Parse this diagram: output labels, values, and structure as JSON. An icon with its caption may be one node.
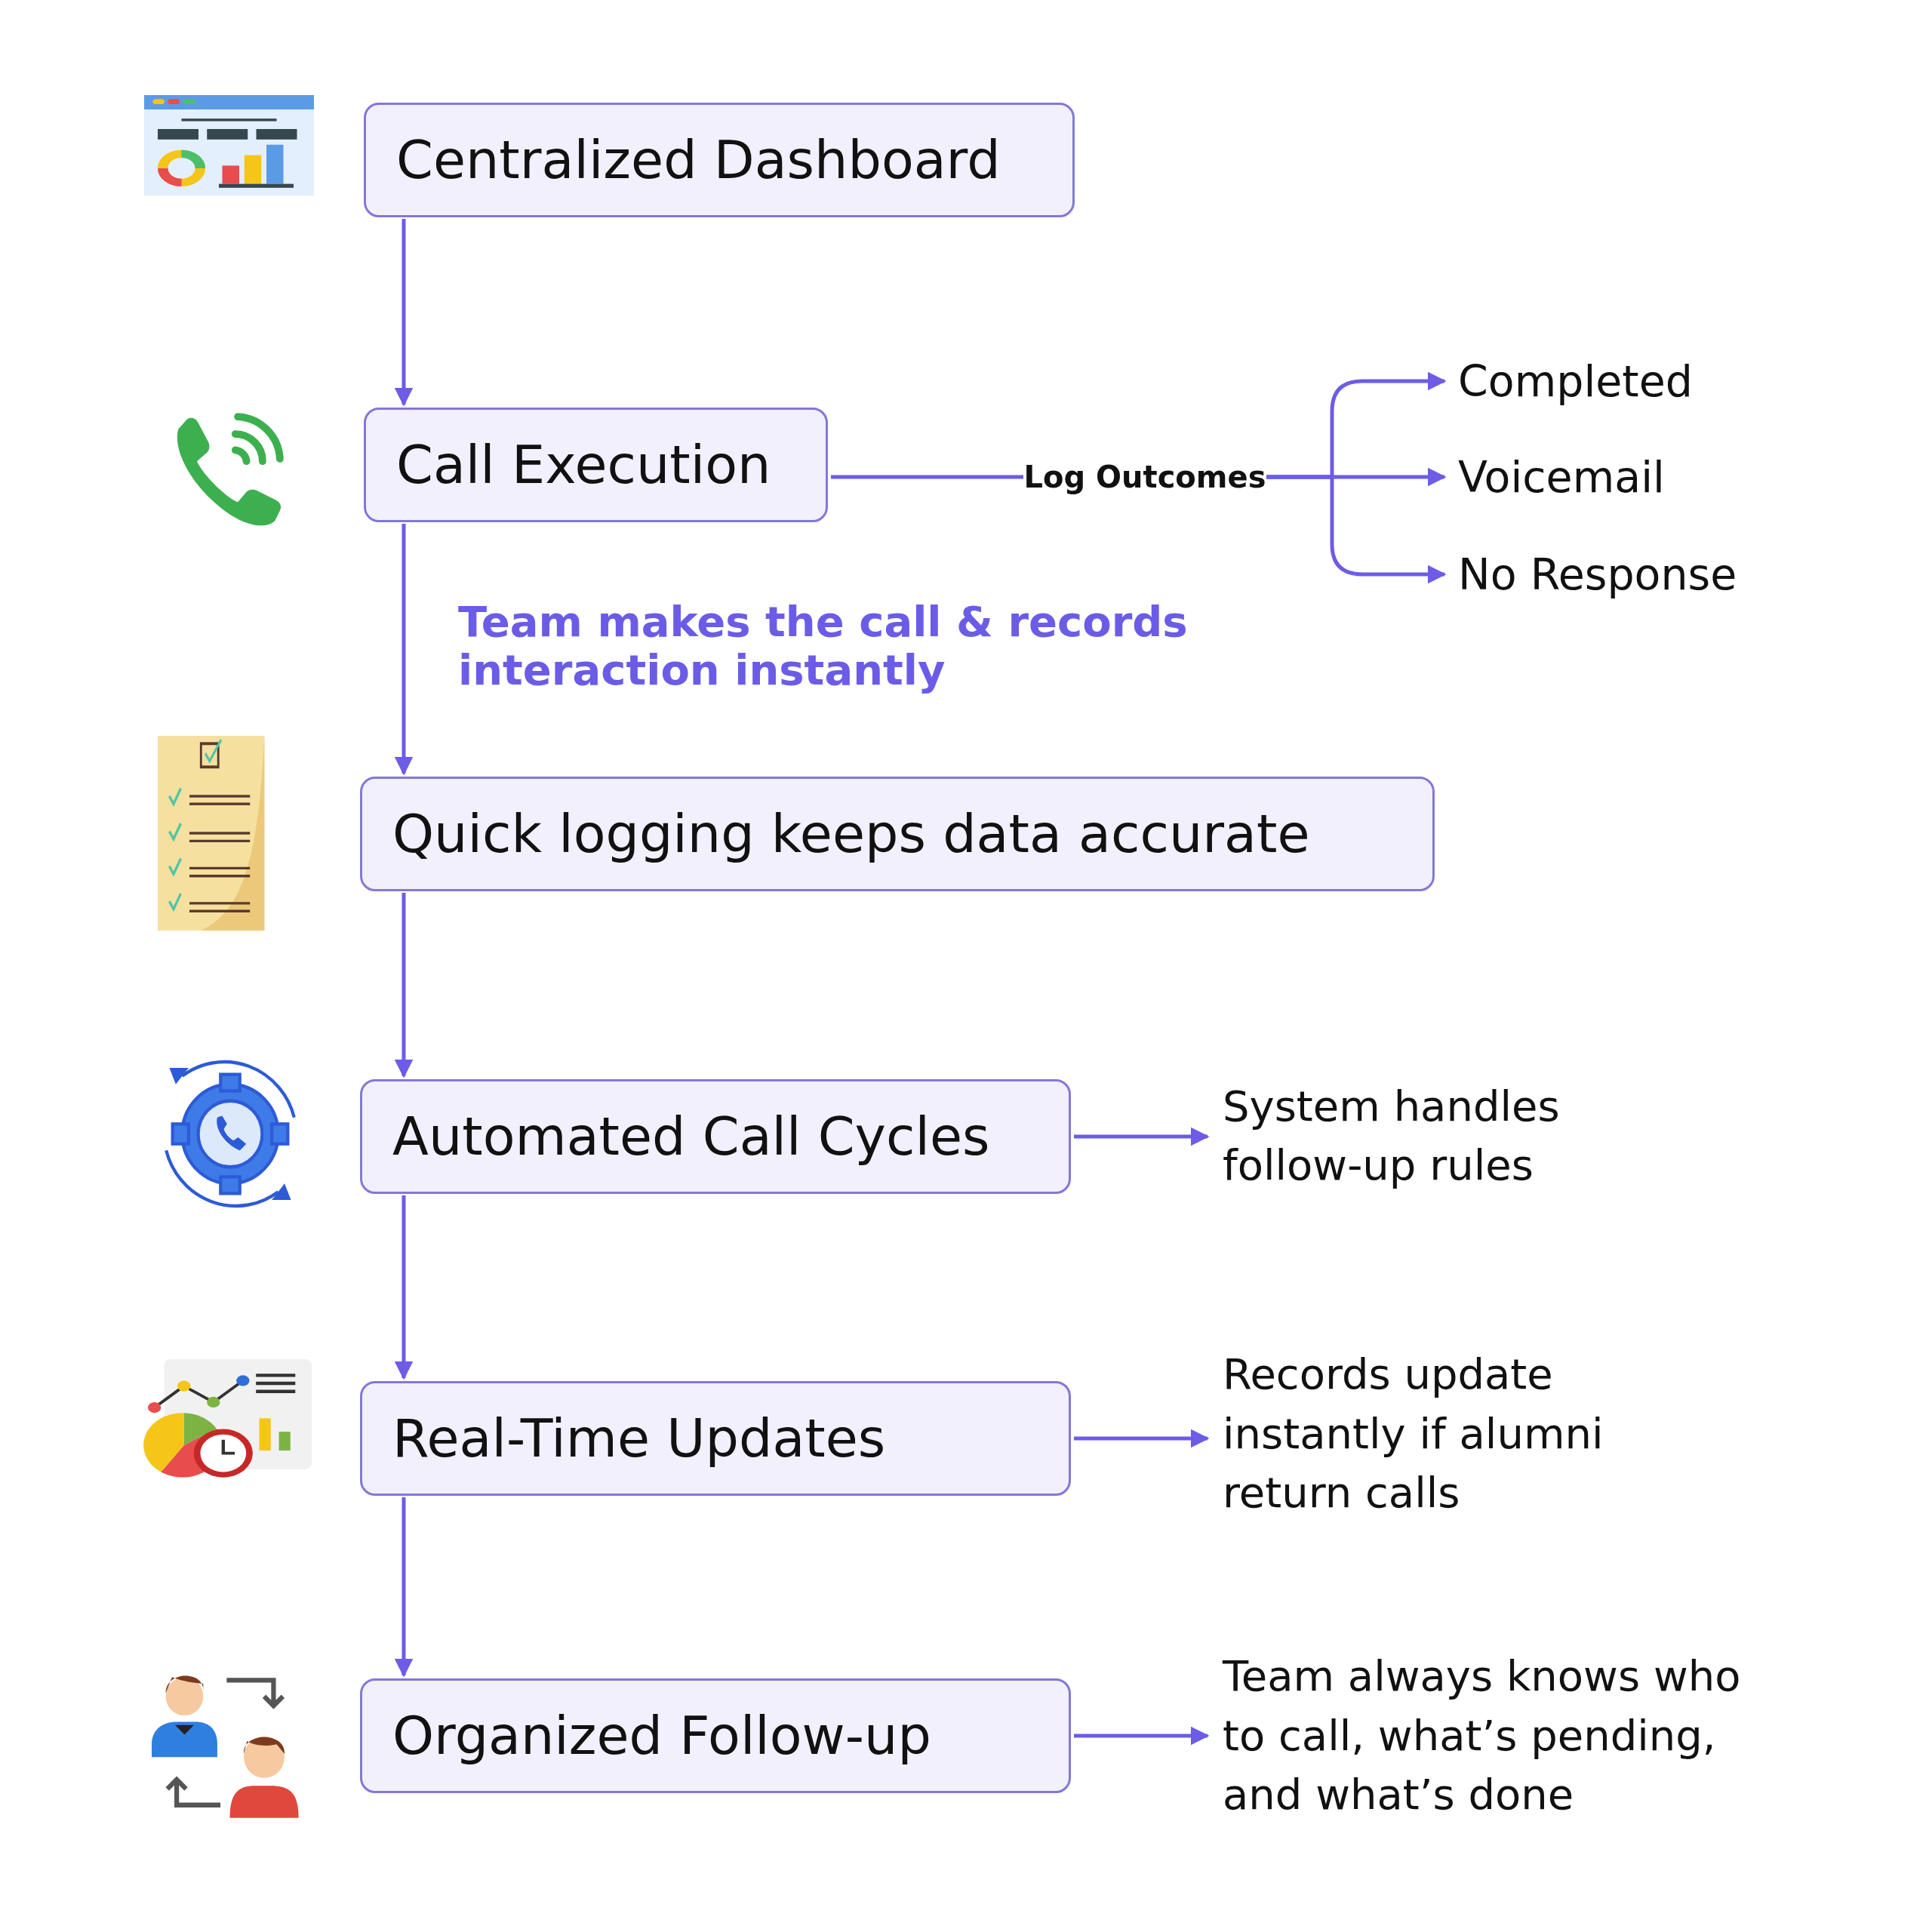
{
  "diagram": {
    "nodes": [
      {
        "text": [
          "Centralized Dashboard"
        ]
      },
      {
        "text": [
          "Call Execution"
        ]
      },
      {
        "text": [
          "Log Outcomes"
        ]
      },
      {
        "text": [
          "Completed"
        ]
      },
      {
        "text": [
          "Voicemail"
        ]
      },
      {
        "text": [
          "No Response"
        ]
      },
      {
        "text": [
          "Quick logging keeps data accurate"
        ]
      },
      {
        "text": [
          "Automated Call Cycles"
        ]
      },
      {
        "text": [
          "System handles follow-up rules"
        ]
      },
      {
        "text": [
          "Real-Time Updates"
        ]
      },
      {
        "text": [
          "Records update instantly if alumni return calls"
        ]
      },
      {
        "text": [
          "Organized Follow-up"
        ]
      },
      {
        "text": [
          "Team always knows who to call, what’s pending, and what’s done"
        ]
      }
    ],
    "edges": [
      {
        "from": 0,
        "to": 1,
        "arrow": "to"
      },
      {
        "from": 1,
        "to": 2,
        "arrow": "none"
      },
      {
        "from": 2,
        "to": 3,
        "arrow": "to"
      },
      {
        "from": 2,
        "to": 4,
        "arrow": "to"
      },
      {
        "from": 2,
        "to": 5,
        "arrow": "to"
      },
      {
        "from": 1,
        "to": 6,
        "arrow": "to",
        "label": "Team makes the call & records interaction instantly"
      },
      {
        "from": 6,
        "to": 7,
        "arrow": "to"
      },
      {
        "from": 7,
        "to": 8,
        "arrow": "to"
      },
      {
        "from": 7,
        "to": 9,
        "arrow": "to"
      },
      {
        "from": 9,
        "to": 10,
        "arrow": "to"
      },
      {
        "from": 9,
        "to": 11,
        "arrow": "to"
      },
      {
        "from": 11,
        "to": 12,
        "arrow": "to"
      }
    ]
  }
}
